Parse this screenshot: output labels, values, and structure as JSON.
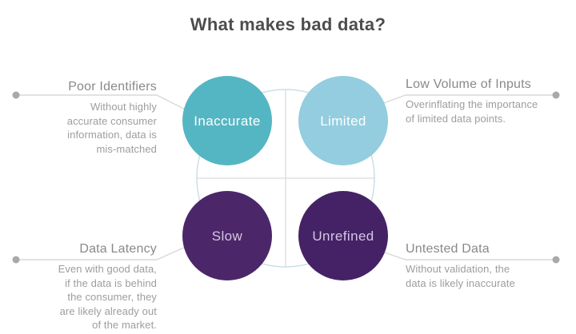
{
  "title": "What makes bad data?",
  "colors": {
    "title_text": "#4d4d4f",
    "teal": "#55b6c3",
    "light_blue": "#93cddf",
    "purple": "#4b2769",
    "purple_dark": "#452265",
    "bubble_text_light": "#ffffff",
    "bubble_text_lavender": "#d5c6e3",
    "outline_circle": "#cbdfe6",
    "axis_line": "#dbdcdd",
    "leader_line": "#d8d9da",
    "dot": "#a7a9ac",
    "heading_text": "#87898c",
    "body_text": "#9b9da0"
  },
  "bubbles": {
    "inaccurate": {
      "label": "Inaccurate"
    },
    "limited": {
      "label": "Limited"
    },
    "slow": {
      "label": "Slow"
    },
    "unrefined": {
      "label": "Unrefined"
    }
  },
  "callouts": {
    "top_left": {
      "heading": "Poor Identifiers",
      "body": "Without highly\naccurate consumer\ninformation, data is\nmis-matched"
    },
    "top_right": {
      "heading": "Low Volume of Inputs",
      "body": "Overinflating the importance\nof limited data points."
    },
    "bottom_left": {
      "heading": "Data Latency",
      "body": "Even with good data,\nif the data is behind\nthe consumer, they\nare likely already out\nof the market."
    },
    "bottom_right": {
      "heading": "Untested Data",
      "body": "Without validation, the\ndata is likely inaccurate"
    }
  }
}
